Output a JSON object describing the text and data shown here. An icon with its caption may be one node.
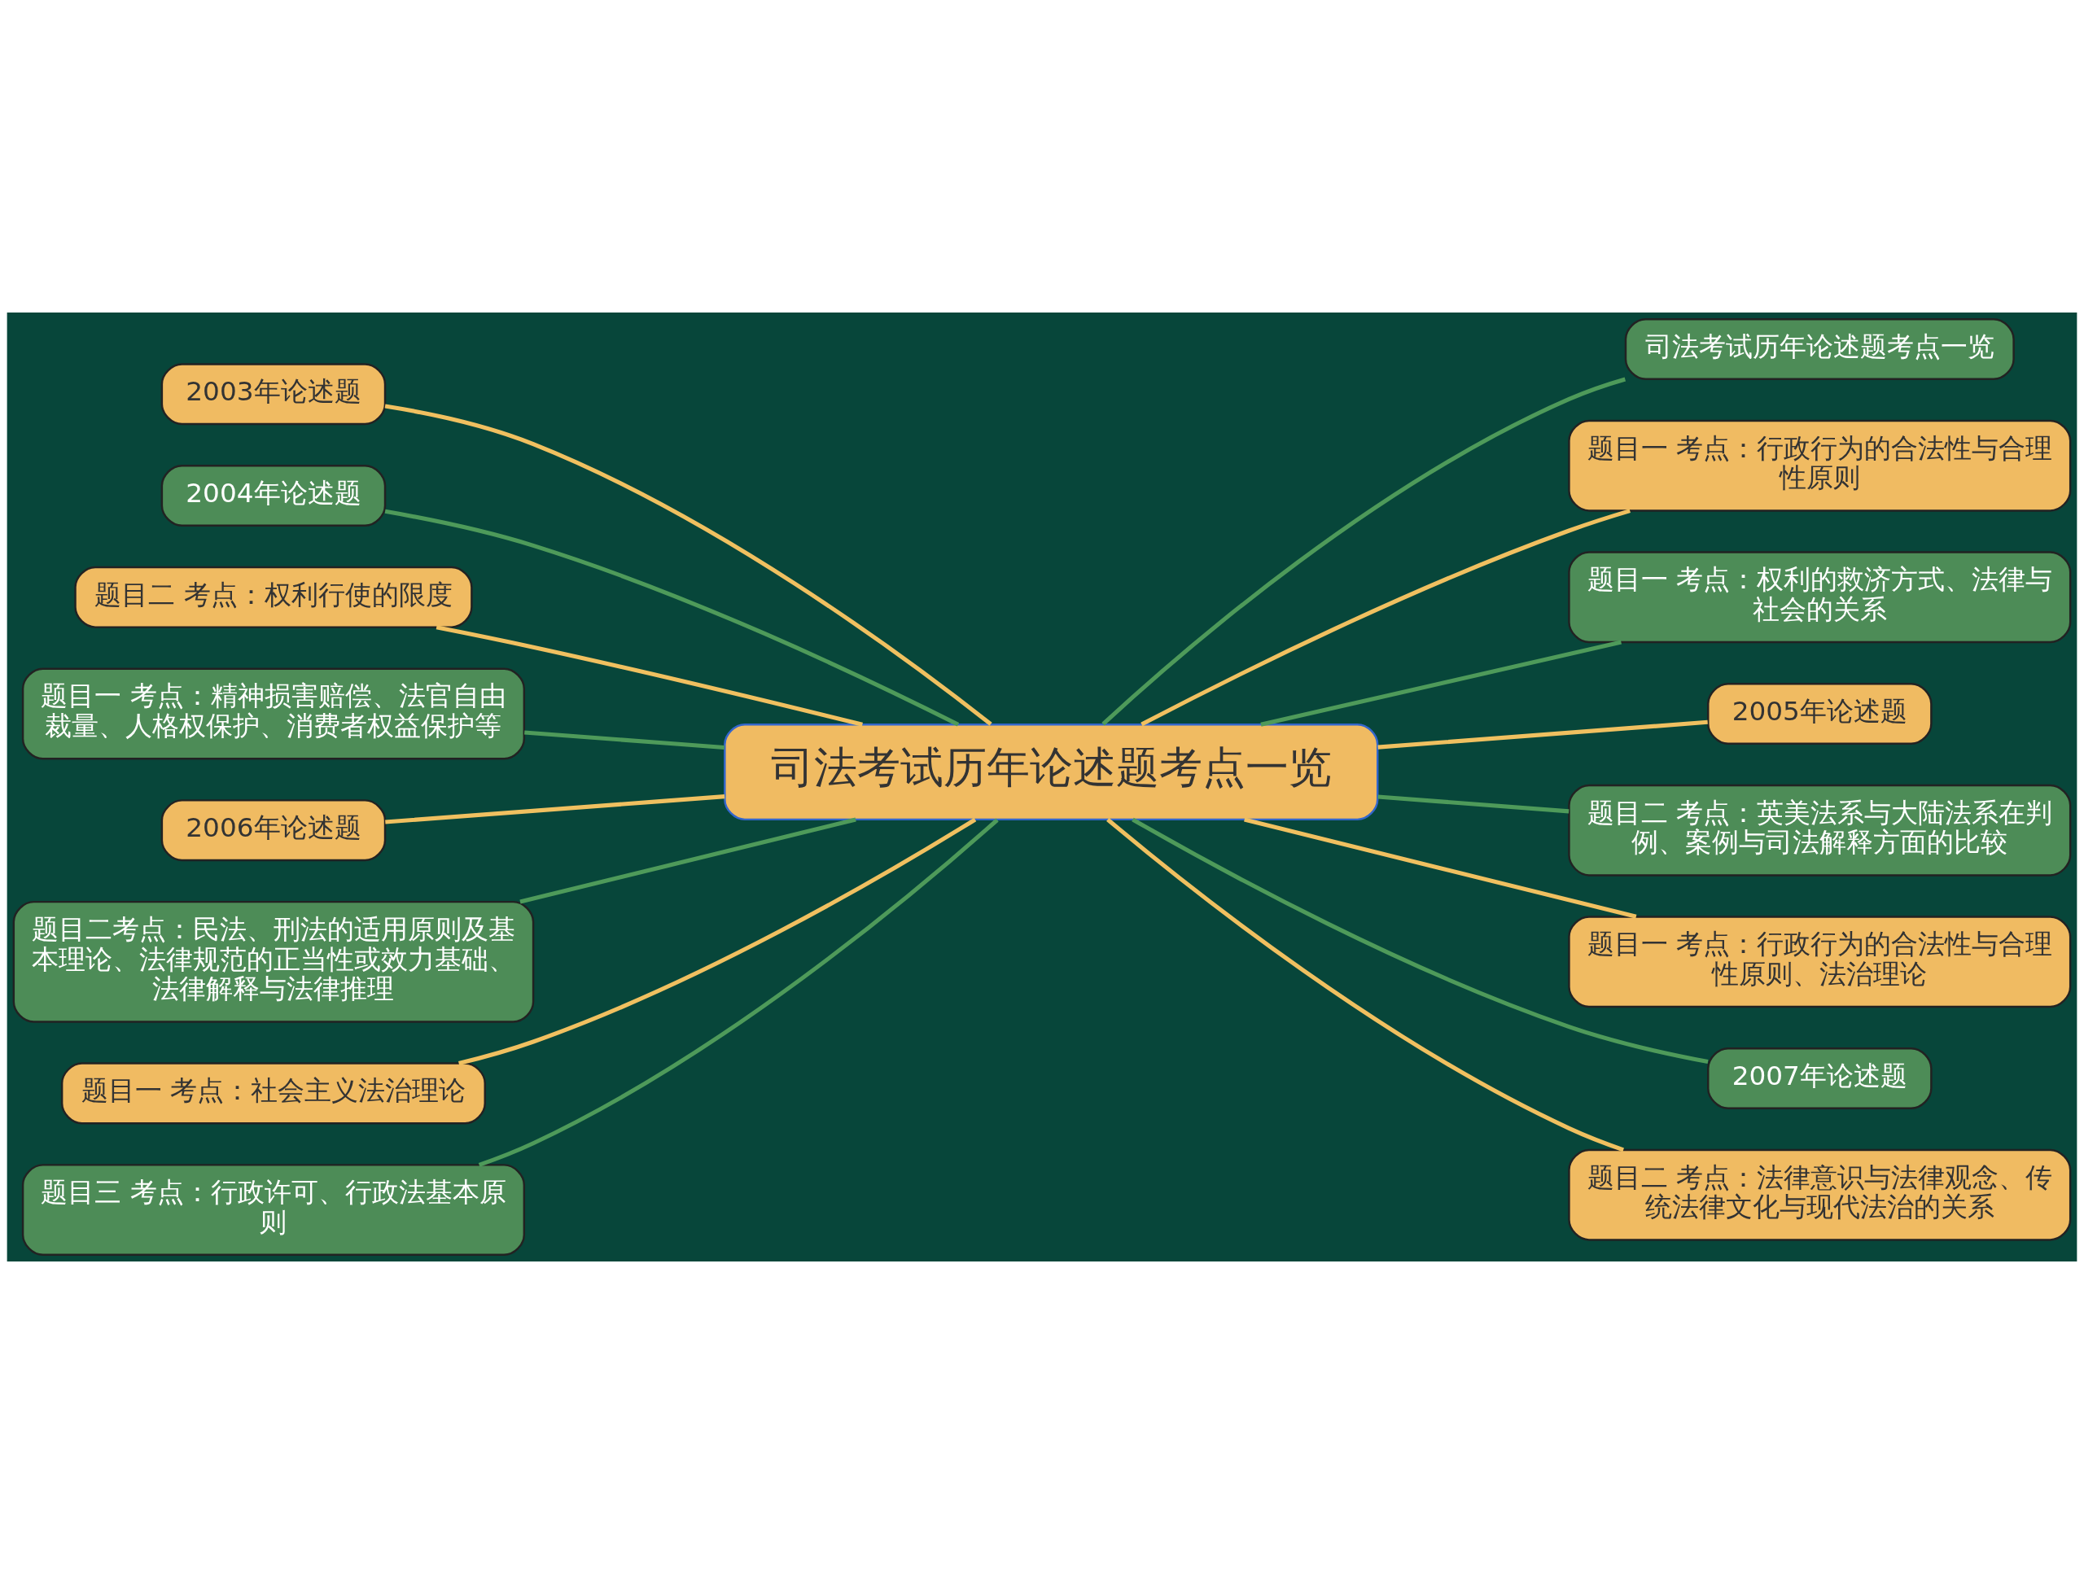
{
  "diagram": {
    "nodes": [
      {
        "text": [
          "司法考试历年论述题考点一览"
        ]
      },
      {
        "text": [
          "2003年论述题"
        ]
      },
      {
        "text": [
          "2004年论述题"
        ]
      },
      {
        "text": [
          "题目二 考点：权利行使的限度"
        ]
      },
      {
        "text": [
          "题目一 考点：精神损害赔偿、法官自由裁量、人格权保护、消费者权益保护等"
        ]
      },
      {
        "text": [
          "2006年论述题"
        ]
      },
      {
        "text": [
          "题目二考点：民法、刑法的适用原则及基本理论、法律规范的正当性或效力基础、法律解释与法律推理"
        ]
      },
      {
        "text": [
          "题目一 考点：社会主义法治理论"
        ]
      },
      {
        "text": [
          "题目三 考点：行政许可、行政法基本原则"
        ]
      },
      {
        "text": [
          "司法考试历年论述题考点一览"
        ]
      },
      {
        "text": [
          "题目一 考点：行政行为的合法性与合理性原则"
        ]
      },
      {
        "text": [
          "题目一 考点：权利的救济方式、法律与社会的关系"
        ]
      },
      {
        "text": [
          "2005年论述题"
        ]
      },
      {
        "text": [
          "题目二 考点：英美法系与大陆法系在判例、案例与司法解释方面的比较"
        ]
      },
      {
        "text": [
          "题目一 考点：行政行为的合法性与合理性原则、法治理论"
        ]
      },
      {
        "text": [
          "2007年论述题"
        ]
      },
      {
        "text": [
          "题目二 考点：法律意识与法律观念、传统法律文化与现代法治的关系"
        ]
      }
    ],
    "edges": [
      {
        "from": 0,
        "to": 1,
        "arrow": "none",
        "color": "#f0c060"
      },
      {
        "from": 0,
        "to": 2,
        "arrow": "none",
        "color": "#4e9a5a"
      },
      {
        "from": 0,
        "to": 3,
        "arrow": "none",
        "color": "#f0c060"
      },
      {
        "from": 0,
        "to": 4,
        "arrow": "none",
        "color": "#4e9a5a"
      },
      {
        "from": 0,
        "to": 5,
        "arrow": "none",
        "color": "#f0c060"
      },
      {
        "from": 0,
        "to": 6,
        "arrow": "none",
        "color": "#4e9a5a"
      },
      {
        "from": 0,
        "to": 7,
        "arrow": "none",
        "color": "#f0c060"
      },
      {
        "from": 0,
        "to": 8,
        "arrow": "none",
        "color": "#4e9a5a"
      },
      {
        "from": 0,
        "to": 9,
        "arrow": "none",
        "color": "#4e9a5a"
      },
      {
        "from": 0,
        "to": 10,
        "arrow": "none",
        "color": "#f0c060"
      },
      {
        "from": 0,
        "to": 11,
        "arrow": "none",
        "color": "#4e9a5a"
      },
      {
        "from": 0,
        "to": 12,
        "arrow": "none",
        "color": "#f0c060"
      },
      {
        "from": 0,
        "to": 13,
        "arrow": "none",
        "color": "#4e9a5a"
      },
      {
        "from": 0,
        "to": 14,
        "arrow": "none",
        "color": "#f0c060"
      },
      {
        "from": 0,
        "to": 15,
        "arrow": "none",
        "color": "#4e9a5a"
      },
      {
        "from": 0,
        "to": 16,
        "arrow": "none",
        "color": "#f0c060"
      }
    ]
  }
}
